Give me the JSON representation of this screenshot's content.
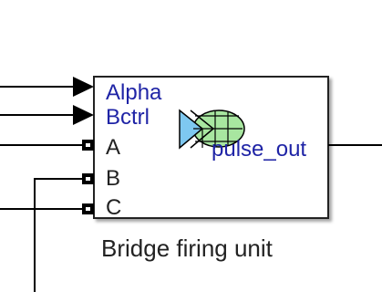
{
  "block": {
    "title": "Bridge firing unit",
    "ports": {
      "alpha": "Alpha",
      "bctrl": "Bctrl",
      "a": "A",
      "b": "B",
      "c": "C",
      "pulse_out": "pulse_out"
    },
    "icon": "thyristor-bridge-icon"
  },
  "colors": {
    "control_port_text": "#1f24a6",
    "electrical_port_text": "#222222",
    "wire": "#000000",
    "block_border": "#222222",
    "icon_green": "#a8e6a0",
    "icon_blue": "#7ec8f0"
  }
}
